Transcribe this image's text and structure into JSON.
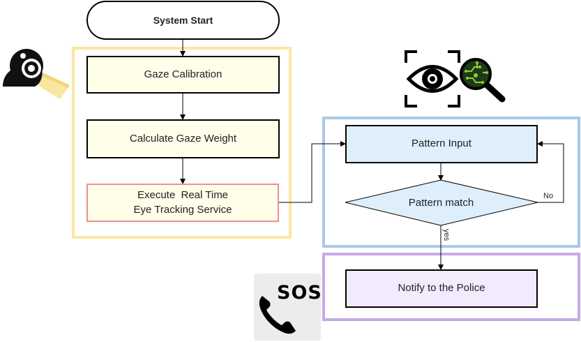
{
  "colors": {
    "start_fill": "#ffffff",
    "box_fill_yellow": "#fefee9",
    "box_fill_blue": "#deeefa",
    "box_fill_purple": "#f2eafd",
    "group_yellow": "#fbe7a3",
    "group_blue": "#a9c9e4",
    "group_purple": "#c5aae6",
    "alert_border": "#ee8f8f",
    "line": "#000000"
  },
  "nodes": {
    "start": "System Start",
    "gaze_calibration": "Gaze Calibration",
    "calculate_weight": "Calculate Gaze Weight",
    "execute_line1": "Execute  Real Time",
    "execute_line2": "Eye Tracking Service",
    "pattern_input": "Pattern Input",
    "pattern_match": "Pattern match",
    "notify": "Notify to the Police"
  },
  "edge_labels": {
    "no": "No",
    "yes": "yes"
  },
  "icons": {
    "camera": "webcam-icon",
    "eye_scan": "eye-scan-icon",
    "magnifier": "circuit-magnifier-icon",
    "phone": "phone-icon",
    "sos_text": "SOS"
  }
}
